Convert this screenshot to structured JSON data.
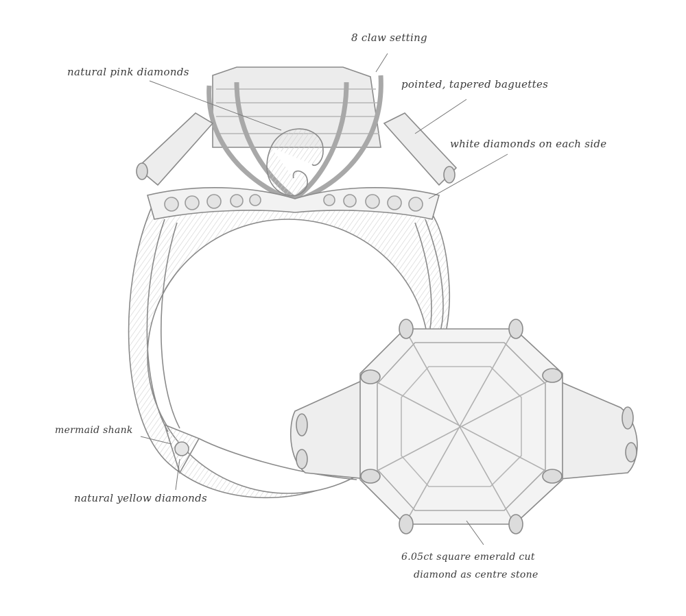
{
  "diagram": {
    "subject": "Engagement ring design sketch",
    "views": [
      "side view",
      "top view"
    ],
    "stroke_color": "#8a8a8a",
    "shade_color": "#d8d8d8",
    "text_color": "#3a3a3a"
  },
  "annotations": {
    "claw_setting": "8 claw setting",
    "pink_diamonds": "natural pink diamonds",
    "baguettes": "pointed, tapered baguettes",
    "white_diamonds": "white diamonds on each side",
    "shank": "mermaid shank",
    "yellow_diamonds": "natural yellow diamonds",
    "centre_stone_line1": "6.05ct square emerald cut",
    "centre_stone_line2": "diamond as centre stone"
  }
}
